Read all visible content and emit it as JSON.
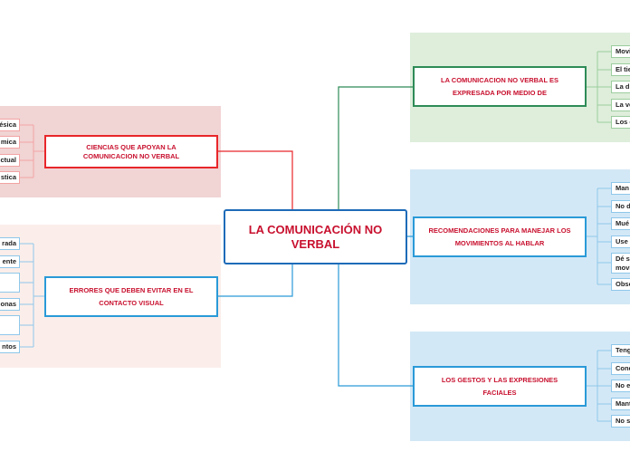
{
  "central": {
    "title": "LA COMUNICACIÓN NO VERBAL"
  },
  "branches": {
    "ciencias": {
      "label": "CIENCIAS QUE APOYAN LA COMUNICACION NO VERBAL",
      "items": [
        "ésica",
        "mica",
        "ctual",
        "stica"
      ]
    },
    "errores": {
      "label": "ERRORES QUE DEBEN EVITAR EN EL CONTACTO VISUAL",
      "items": [
        "rada",
        "ente",
        "",
        "onas",
        "",
        "ntos"
      ]
    },
    "expresada": {
      "label": "LA COMUNICACION NO VERBAL ES EXPRESADA POR MEDIO DE",
      "items": [
        "Movi",
        "El tie",
        "La d",
        "La ve",
        "Los c"
      ]
    },
    "recomendaciones": {
      "label": "RECOMENDACIONES PARA MANEJAR LOS MOVIMIENTOS AL HABLAR",
      "items": [
        "Man",
        "No d",
        "Mué",
        "Use",
        "Dé s movi",
        "Obse"
      ]
    },
    "gestos": {
      "label": "LOS GESTOS Y LAS EXPRESIONES FACIALES",
      "items": [
        "Teng",
        "Cond",
        "No e",
        "Mant",
        "No s"
      ]
    }
  },
  "colors": {
    "central": "#1e6bb8",
    "central_text": "#c8102e",
    "branch_text": "#c8102e",
    "red": "#e8262a",
    "blue": "#2a9ad8",
    "green": "#2e8b57",
    "region_red": "#f1d4d4",
    "region_peach": "#fbeeea",
    "region_green": "#deeedb",
    "region_blue": "#d3e8f6",
    "leaf_red_border": "#f3a3a3",
    "leaf_blue_border": "#8fc7ea",
    "leaf_green_border": "#9ccd9e"
  }
}
